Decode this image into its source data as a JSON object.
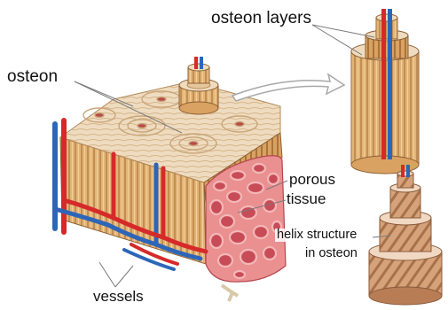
{
  "labels": {
    "osteon": "osteon",
    "osteon_layers": "osteon layers",
    "porous_tissue_line1": "porous",
    "porous_tissue_line2": "tissue",
    "helix_line1": "helix structure",
    "helix_line2": "in osteon",
    "vessels": "vessels"
  },
  "colors": {
    "compact_bone": "#e2b274",
    "bone_stripe": "#b9864a",
    "bone_top": "#efdcc0",
    "spongy_bone": "#e88a8a",
    "spongy_pore": "#c94a55",
    "artery": "#d62a2a",
    "vein": "#2d66b8",
    "helix_band": "#c9926a",
    "leader_line": "#7a7a7a"
  }
}
